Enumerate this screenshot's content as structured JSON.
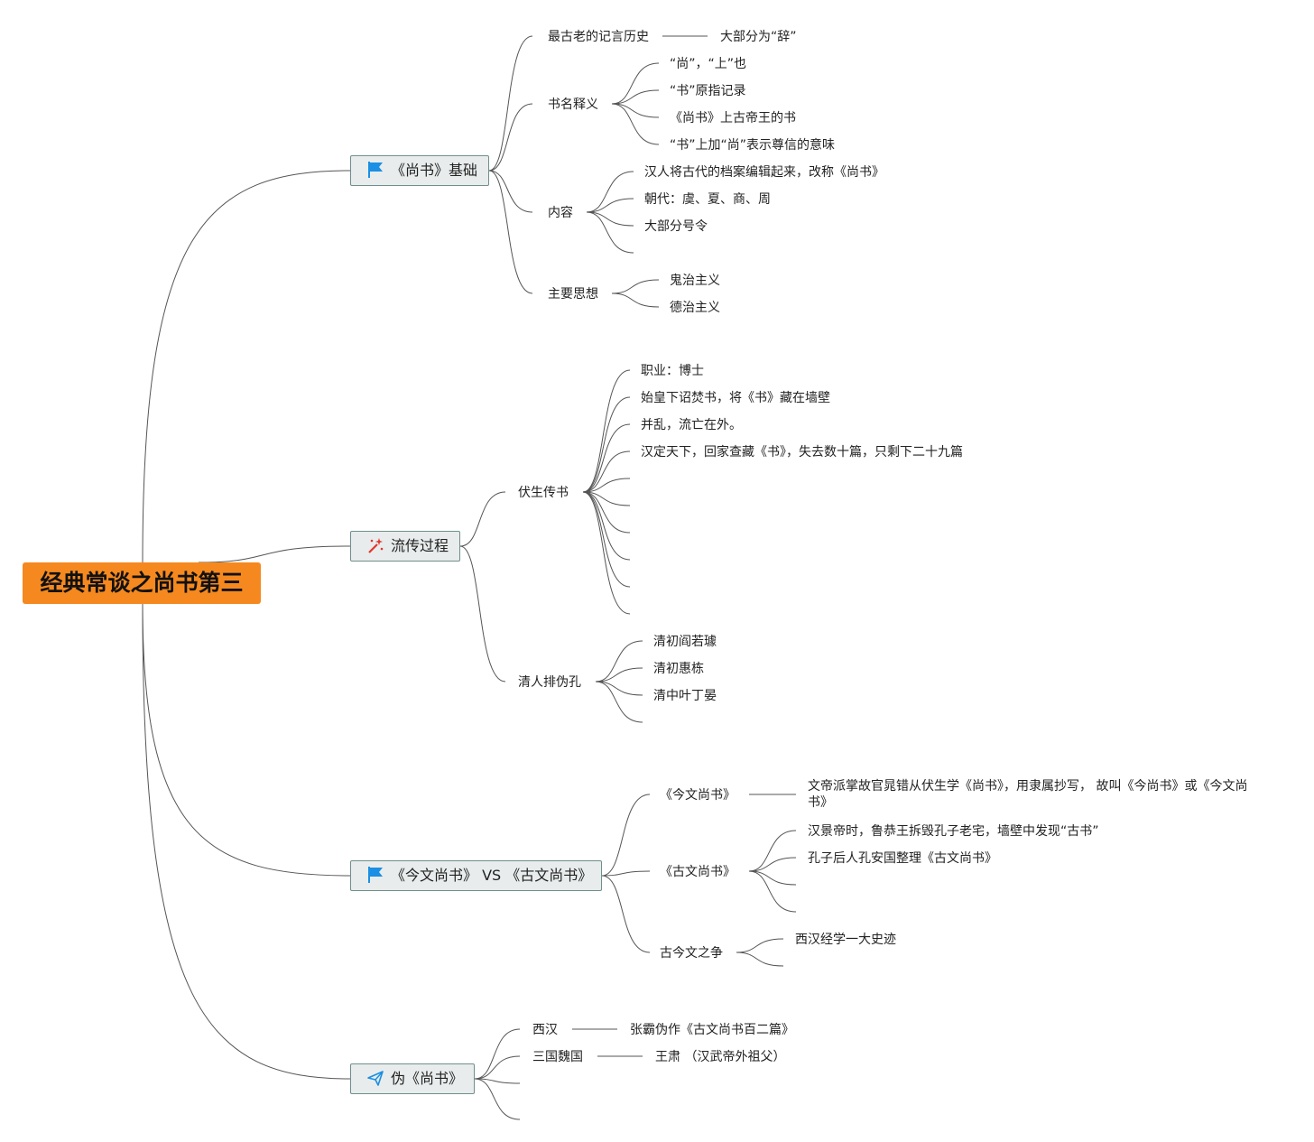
{
  "root": {
    "label": "经典常谈之尚书第三"
  },
  "branches": [
    {
      "label": "《尚书》基础",
      "icon": "flag-icon",
      "topics": [
        {
          "label": "最古老的记言历史",
          "items": [
            "大部分为“辞”"
          ]
        },
        {
          "label": "书名释义",
          "items": [
            "“尚”，“上”也",
            "“书”原指记录",
            "《尚书》上古帝王的书",
            "“书”上加“尚”表示尊信的意味"
          ]
        },
        {
          "label": "内容",
          "items": [
            "汉人将古代的档案编辑起来，改称《尚书》",
            "朝代：虞、夏、商、周",
            "大部分号令"
          ]
        },
        {
          "label": "主要思想",
          "items": [
            "鬼治主义",
            "德治主义"
          ]
        }
      ]
    },
    {
      "label": "流传过程",
      "icon": "magic-wand-icon",
      "topics": [
        {
          "label": "伏生传书",
          "items": [
            "职业：博士",
            "始皇下诏焚书，将《书》藏在墙壁",
            "并乱，流亡在外。",
            "汉定天下，回家查藏《书》，失去数十篇，只剩下二十九篇"
          ]
        },
        {
          "label": "清人排伪孔",
          "items": [
            "清初阎若璩",
            "清初惠栋",
            "清中叶丁晏"
          ]
        }
      ]
    },
    {
      "label": "《今文尚书》 VS 《古文尚书》",
      "icon": "flag-icon",
      "topics": [
        {
          "label": "《今文尚书》",
          "items": [
            "文帝派掌故官晁错从伏生学《尚书》，用隶属抄写， 故叫《今尚书》或《今文尚书》"
          ]
        },
        {
          "label": "《古文尚书》",
          "items": [
            "汉景帝时，鲁恭王拆毁孔子老宅，墙壁中发现“古书”",
            "孔子后人孔安国整理《古文尚书》"
          ]
        },
        {
          "label": "古今文之争",
          "items": [
            "西汉经学一大史迹"
          ]
        }
      ]
    },
    {
      "label": "伪《尚书》",
      "icon": "paper-plane-icon",
      "topics": [
        {
          "label": "西汉",
          "items": [
            "张霸伪作《古文尚书百二篇》"
          ]
        },
        {
          "label": "三国魏国",
          "items": [
            "王肃 （汉武帝外祖父）"
          ]
        }
      ]
    }
  ],
  "colors": {
    "root_fill": "#f5891f",
    "branch_fill": "#e8ecec",
    "branch_border": "#6f8f8c",
    "line": "#555555",
    "flag": "#1a8fe3",
    "wand": "#e4352c"
  }
}
